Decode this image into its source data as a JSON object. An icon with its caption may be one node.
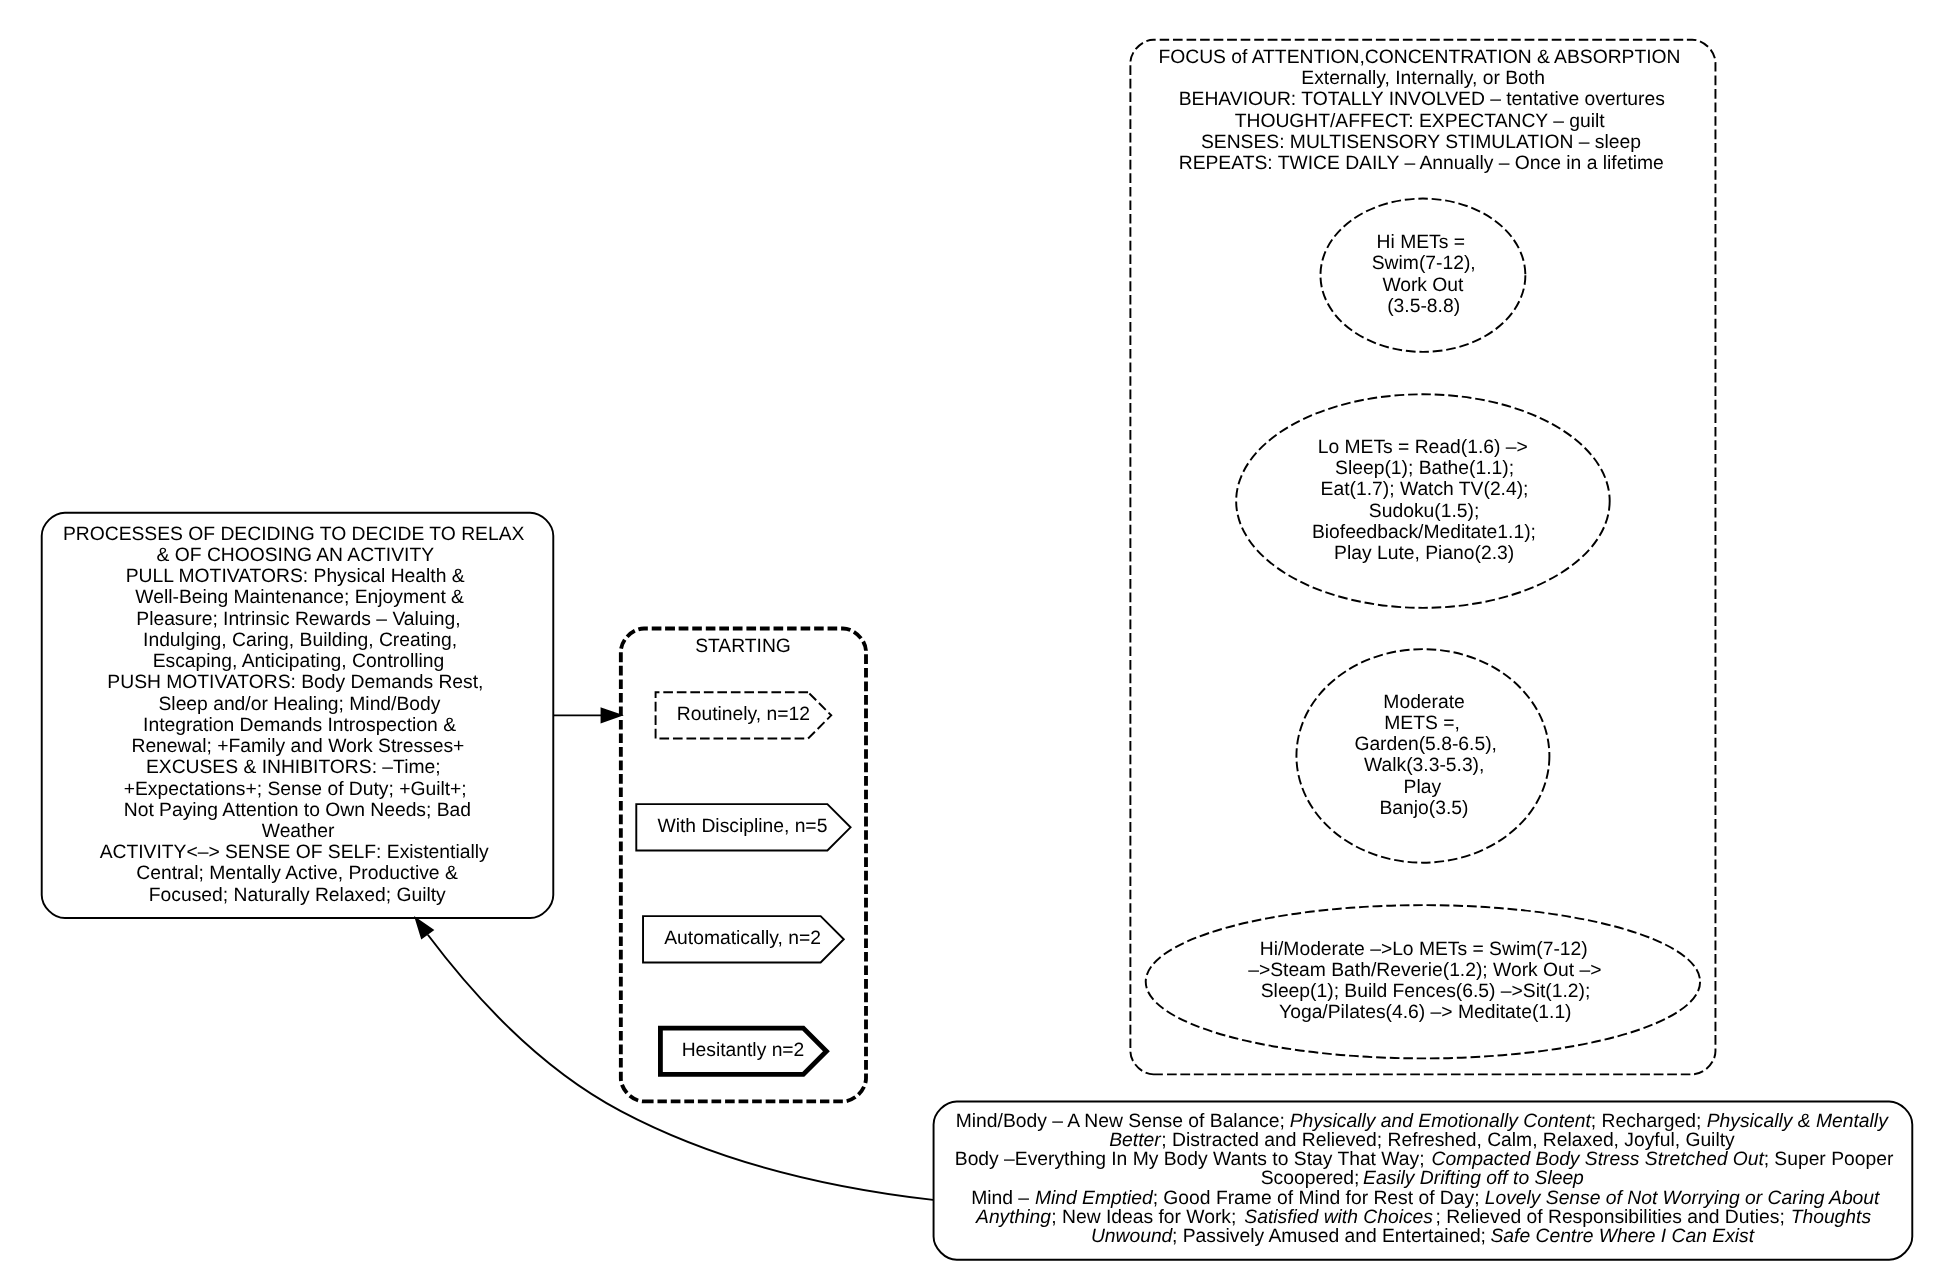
{
  "diagram": {
    "nodes": [
      {
        "text": [
          "PROCESSES OF DECIDING TO DECIDE TO RELAX & OF CHOOSING AN ACTIVITY",
          "PULL MOTIVATORS: Physical Health & Well-Being Maintenance; Enjoyment & Pleasure; Intrinsic Rewards – Valuing, Indulging, Caring, Building, Creating, Escaping, Anticipating, Controlling",
          "PUSH MOTIVATORS: Body Demands Rest, Sleep and/or Healing; Mind/Body Integration Demands Introspection & Renewal; +Family and Work Stresses+",
          "EXCUSES & INHIBITORS: –Time; +Expectations+; Sense of Duty; +Guilt+; Not Paying Attention to Own Needs; Bad Weather",
          "ACTIVITY<–> SENSE OF SELF: Existentially Central; Mentally Active, Productive & Focused; Naturally Relaxed; Guilty"
        ]
      },
      {
        "text": [
          "STARTING"
        ]
      },
      {
        "text": [
          "Routinely, n=12"
        ],
        "in": 1
      },
      {
        "text": [
          "With Discipline, n=5"
        ],
        "in": 1
      },
      {
        "text": [
          "Automatically, n=2"
        ],
        "in": 1
      },
      {
        "text": [
          "Hesitantly n=2"
        ],
        "in": 1
      },
      {
        "text": [
          "FOCUS of ATTENTION,CONCENTRATION & ABSORPTION",
          "Externally, Internally, or Both",
          "BEHAVIOUR: TOTALLY INVOLVED – tentative overtures",
          "THOUGHT/AFFECT: EXPECTANCY – guilt",
          "SENSES: MULTISENSORY STIMULATION – sleep",
          "REPEATS: TWICE DAILY – Annually – Once in a lifetime"
        ]
      },
      {
        "text": [
          "Hi METs = Swim(7-12), Work Out (3.5-8.8)"
        ],
        "in": 6
      },
      {
        "text": [
          "Lo METs = Read(1.6) –> Sleep(1); Bathe(1.1); Eat(1.7); Watch TV(2.4); Sudoku(1.5); Biofeedback/Meditate1.1); Play Lute, Piano(2.3)"
        ],
        "in": 6
      },
      {
        "text": [
          "Moderate METS =, Garden(5.8-6.5), Walk(3.3-5.3), Play Banjo(3.5)"
        ],
        "in": 6
      },
      {
        "text": [
          "Hi/Moderate –>Lo METs = Swim(7-12) –>Steam Bath/Reverie(1.2); Work Out –> Sleep(1); Build Fences(6.5) –>Sit(1.2); Yoga/Pilates(4.6) –> Meditate(1.1)"
        ],
        "in": 6
      },
      {
        "text": [
          "Mind/Body – A New Sense of Balance; *Physically and Emotionally Content*; Recharged; *Physically & Mentally Better*; Distracted and Relieved; Refreshed, Calm, Relaxed, Joyful, Guilty",
          "Body –Everything In My Body Wants to Stay That Way; *Compacted Body Stress Stretched Out*; Super Pooper Scoopered; *Easily Drifting off to Sleep*",
          "Mind – *Mind Emptied*; Good Frame of Mind for Rest of Day; *Lovely Sense of Not Worrying or Caring About Anything*; New Ideas for Work; *Satisfied with Choices*; Relieved of Responsibilities and Duties; *Thoughts Unwound*; Passively Amused and Entertained; *Safe Centre Where I Can Exist*"
        ]
      }
    ],
    "edges": [
      {
        "from": 0,
        "to": 1,
        "arrow": "to"
      },
      {
        "from": 11,
        "to": 0,
        "arrow": "to"
      }
    ]
  }
}
